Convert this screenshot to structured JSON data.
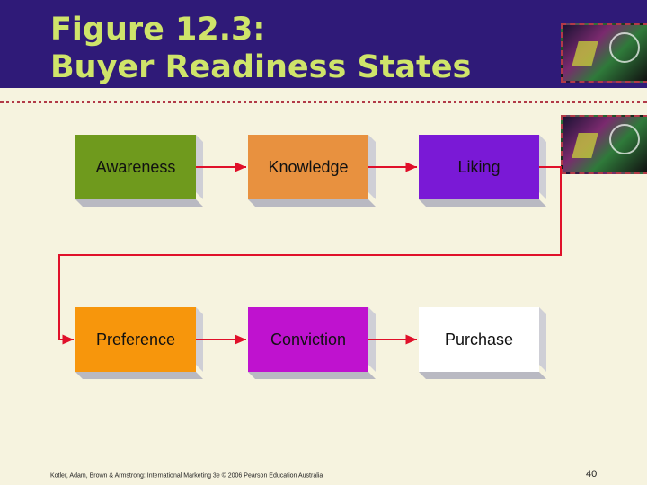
{
  "slide": {
    "title_line_1": "Figure 12.3:",
    "title_line_2": "Buyer Readiness States"
  },
  "diagram": {
    "stages": [
      "Awareness",
      "Knowledge",
      "Liking",
      "Preference",
      "Conviction",
      "Purchase"
    ]
  },
  "footer": {
    "citation": "Kotler, Adam, Brown & Armstrong: International Marketing 3e © 2006 Pearson Education Australia",
    "page_number": "40"
  },
  "colors": {
    "header_background": "#2f1a78",
    "title_text": "#cfe46a",
    "arrow": "#e0102a",
    "awareness": "#6f9a1d",
    "knowledge": "#e8913f",
    "liking": "#7a19d6",
    "preference": "#f7960c",
    "conviction": "#bf12cf",
    "purchase": "#ffffff"
  }
}
